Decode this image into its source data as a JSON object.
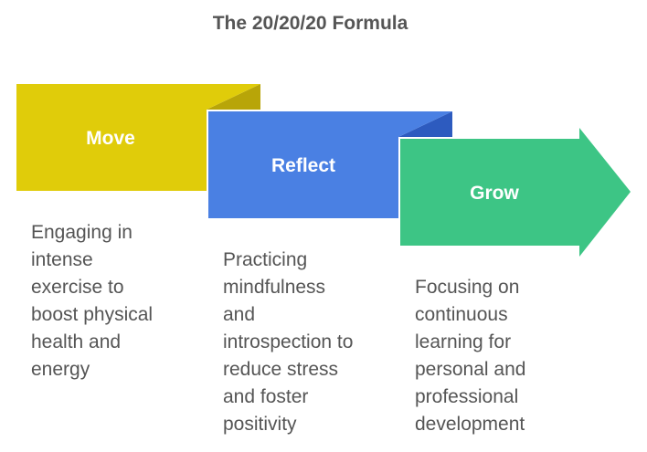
{
  "title": "The 20/20/20 Formula",
  "steps": [
    {
      "label": "Move",
      "description": "Engaging in\nintense\nexercise to\nboost physical\nhealth and\nenergy",
      "color": "#E0CC0A",
      "fold_color": "#B8A508"
    },
    {
      "label": "Reflect",
      "description": "Practicing\nmindfulness\nand\nintrospection to\nreduce stress\nand foster\npositivity",
      "color": "#4A80E3",
      "fold_color": "#2D5BBF"
    },
    {
      "label": "Grow",
      "description": "Focusing on\ncontinuous\nlearning for\npersonal and\nprofessional\ndevelopment",
      "color": "#3DC585",
      "fold_color": "#279E66"
    }
  ]
}
